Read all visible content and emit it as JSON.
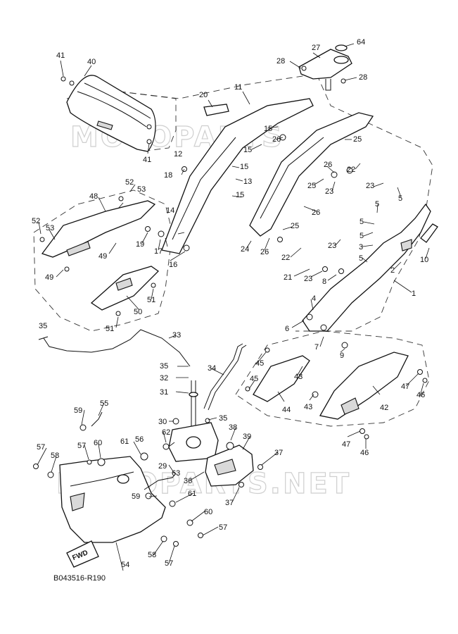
{
  "watermarks": [
    "MOTOPARTS",
    "MOTOPARTS.NET"
  ],
  "diagram_code": "B043516-R190",
  "fwd_label": "FWD",
  "callouts": [
    "1",
    "2",
    "3",
    "4",
    "5",
    "6",
    "7",
    "8",
    "9",
    "10",
    "11",
    "12",
    "13",
    "14",
    "15",
    "16",
    "17",
    "18",
    "19",
    "20",
    "21",
    "22",
    "23",
    "24",
    "25",
    "26",
    "27",
    "28",
    "29",
    "30",
    "31",
    "32",
    "33",
    "34",
    "35",
    "36",
    "37",
    "38",
    "39",
    "40",
    "41",
    "42",
    "43",
    "44",
    "45",
    "46",
    "47",
    "48",
    "49",
    "50",
    "51",
    "52",
    "53",
    "54",
    "55",
    "56",
    "57",
    "58",
    "59",
    "60",
    "61",
    "62",
    "63",
    "64"
  ]
}
